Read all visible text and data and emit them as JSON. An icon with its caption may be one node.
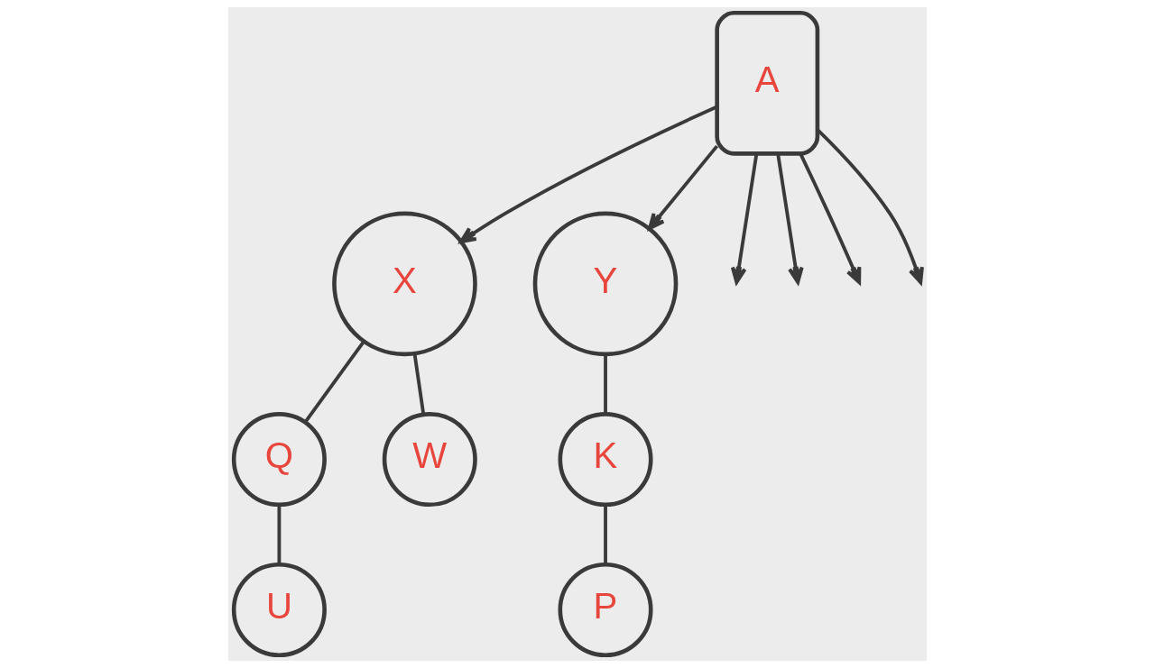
{
  "diagram": {
    "nodes": [
      {
        "text": [
          "A"
        ]
      },
      {
        "text": [
          "X"
        ]
      },
      {
        "text": [
          "Y"
        ]
      },
      {
        "text": [
          "Q"
        ]
      },
      {
        "text": [
          "W"
        ]
      },
      {
        "text": [
          "U"
        ]
      },
      {
        "text": [
          "K"
        ]
      },
      {
        "text": [
          "P"
        ]
      }
    ],
    "edges": [
      {
        "from": 0,
        "to": 1,
        "arrow": "to"
      },
      {
        "from": 0,
        "to": 2,
        "arrow": "to"
      },
      {
        "from": 0,
        "to": null,
        "arrow": "to"
      },
      {
        "from": 0,
        "to": null,
        "arrow": "to"
      },
      {
        "from": 0,
        "to": null,
        "arrow": "to"
      },
      {
        "from": 0,
        "to": null,
        "arrow": "to"
      },
      {
        "from": 1,
        "to": 3,
        "arrow": "none"
      },
      {
        "from": 1,
        "to": 4,
        "arrow": "none"
      },
      {
        "from": 3,
        "to": 5,
        "arrow": "none"
      },
      {
        "from": 2,
        "to": 6,
        "arrow": "none"
      },
      {
        "from": 6,
        "to": 7,
        "arrow": "none"
      }
    ]
  }
}
